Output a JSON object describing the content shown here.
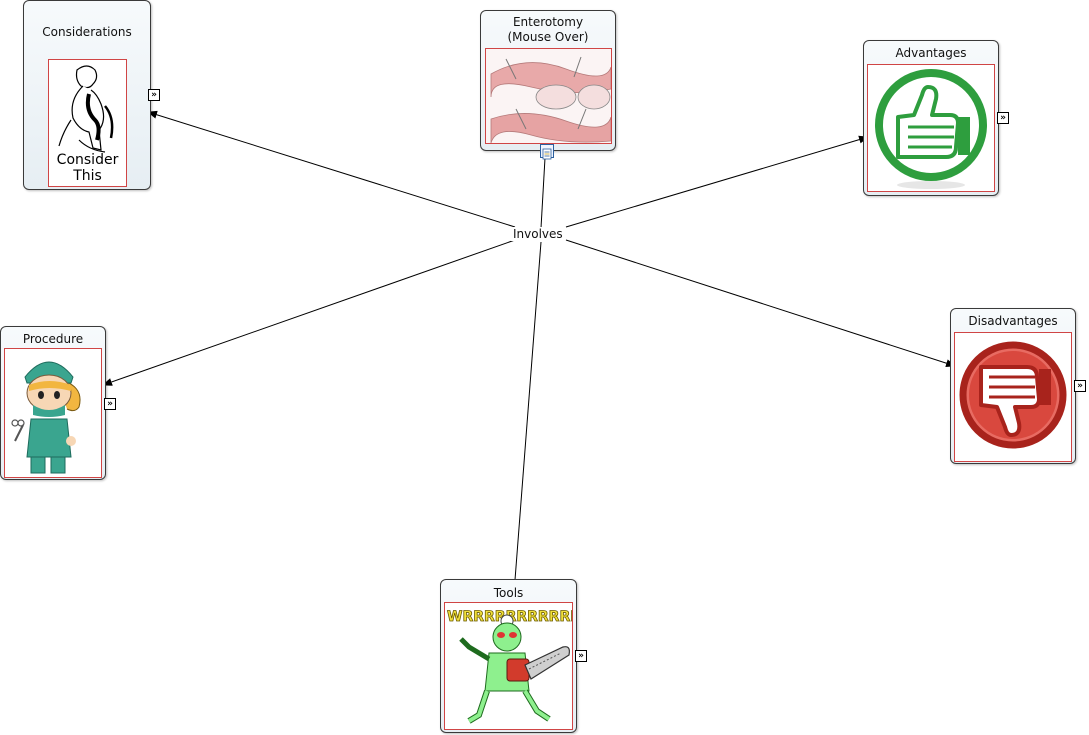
{
  "center_node": {
    "title_line1": "Enterotomy",
    "title_line2": "(Mouse Over)",
    "image_icon": "intestine-surgery-illustration",
    "note_icon": "document-icon"
  },
  "link_label": "Involves",
  "nodes": {
    "considerations": {
      "title": "Considerations",
      "image_icon": "thinker-statue-illustration",
      "image_caption_line1": "Consider",
      "image_caption_line2": "This"
    },
    "advantages": {
      "title": "Advantages",
      "image_icon": "thumbs-up-icon"
    },
    "procedure": {
      "title": "Procedure",
      "image_icon": "surgeon-nurse-illustration"
    },
    "disadvantages": {
      "title": "Disadvantages",
      "image_icon": "thumbs-down-icon"
    },
    "tools": {
      "title": "Tools",
      "image_icon": "chainsaw-surgeon-illustration",
      "image_text": "WRRRRRRRRRRR"
    }
  },
  "colors": {
    "line": "#000000",
    "node_border": "#3a3a3a",
    "image_border": "#d04545",
    "thumbs_up_green": "#2e9e3e",
    "thumbs_down_red": "#c0302a"
  }
}
